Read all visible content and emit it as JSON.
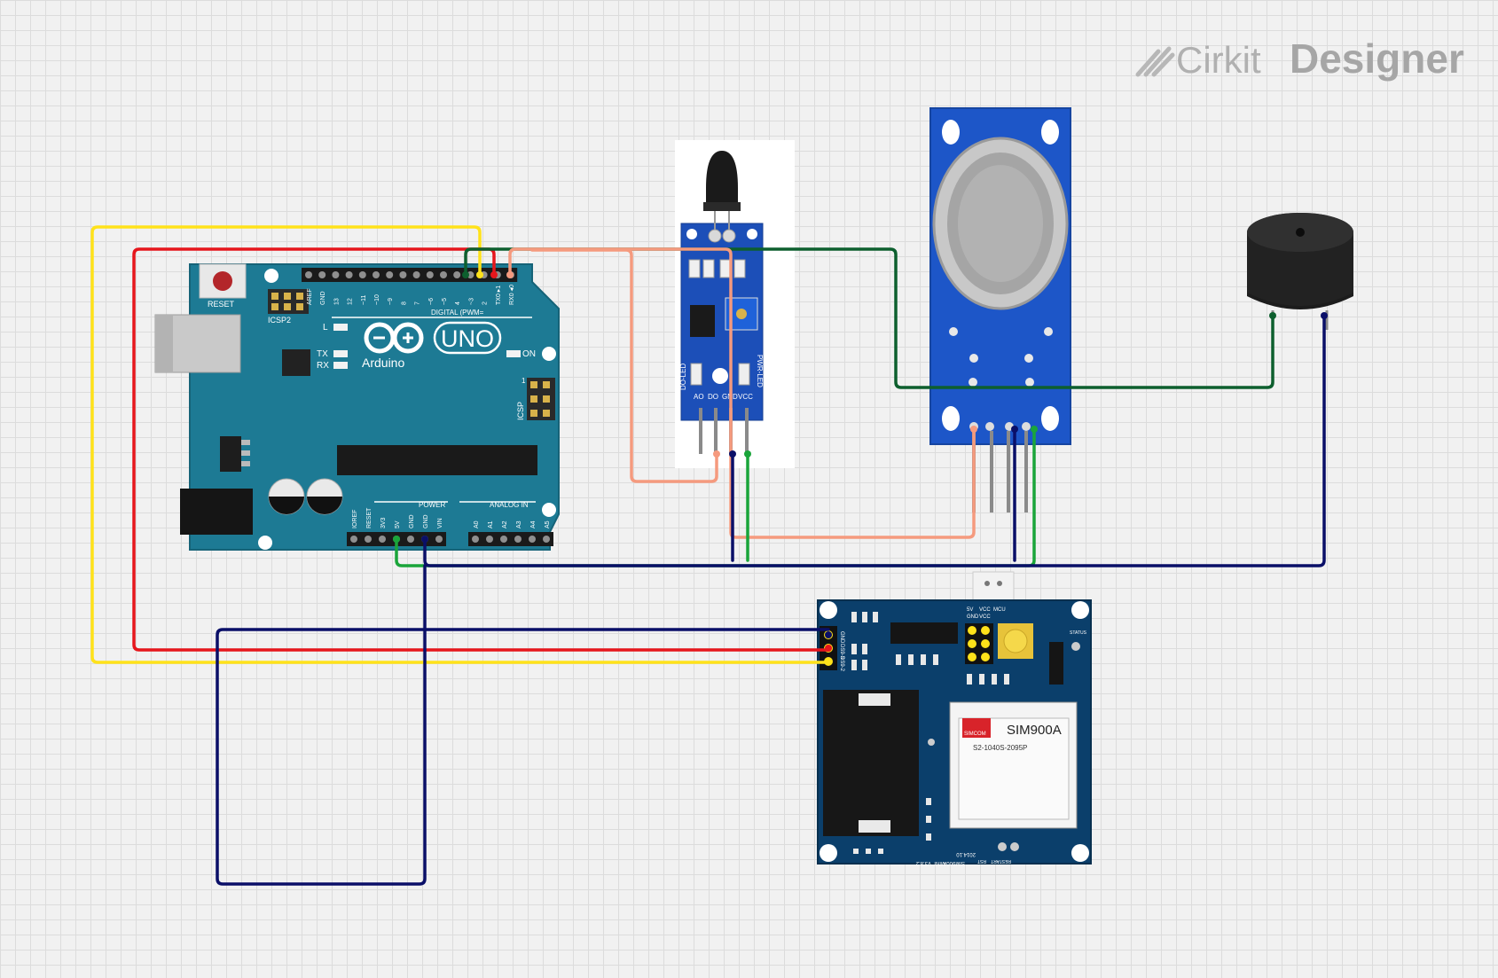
{
  "app": {
    "brand_light": "Cirkit",
    "brand_bold": "Designer"
  },
  "arduino": {
    "reset_label": "RESET",
    "icsp2_label": "ICSP2",
    "icsp_label": "ICSP",
    "led_l": "L",
    "led_tx": "TX",
    "led_rx": "RX",
    "on_label": "ON",
    "logo_text": "Arduino",
    "uno_text": "UNO",
    "digital_label": "DIGITAL (PWM=",
    "power_label": "POWER",
    "analog_label": "ANALOG IN",
    "digital_pins": [
      "AREF",
      "GND",
      "13",
      "12",
      "~11",
      "~10",
      "~9",
      "8",
      "7",
      "~6",
      "~5",
      "4",
      "~3",
      "2",
      "TX0 ▸1",
      "RX0 ◂0"
    ],
    "power_pins": [
      "IOREF",
      "RESET",
      "3V3",
      "5V",
      "GND",
      "GND",
      "VIN"
    ],
    "analog_pins": [
      "A0",
      "A1",
      "A2",
      "A3",
      "A4",
      "A5"
    ],
    "icsp_pin1": "1"
  },
  "flame_sensor": {
    "pin_labels": [
      "AO",
      "DO",
      "GND",
      "VCC"
    ],
    "led_labels": [
      "DO-LED",
      "PWR-LED"
    ]
  },
  "gsm": {
    "chip_brand": "SIMCOM",
    "chip_model": "SIM900A",
    "chip_code": "S2-1040S-2095P",
    "header_labels": [
      "GND",
      "VCC",
      "5V",
      "VCC",
      "MCU"
    ],
    "side_labels": [
      "GND",
      "DS9-3",
      "DS9-2"
    ],
    "bottom_labels": [
      "SIM900A",
      "MINI",
      "V3.8.2",
      "2014.10",
      "RST",
      "RESTART"
    ],
    "status_label": "STATUS"
  },
  "colors": {
    "wire_yellow": "#ffe21a",
    "wire_red": "#e6161c",
    "wire_dark_green": "#0d5f2e",
    "wire_green": "#1aa53a",
    "wire_salmon": "#f59a7e",
    "wire_navy": "#0a0f68",
    "arduino_board": "#1d7a94",
    "sensor_blue": "#1d56c8",
    "gsm_board": "#0b3f6b"
  }
}
